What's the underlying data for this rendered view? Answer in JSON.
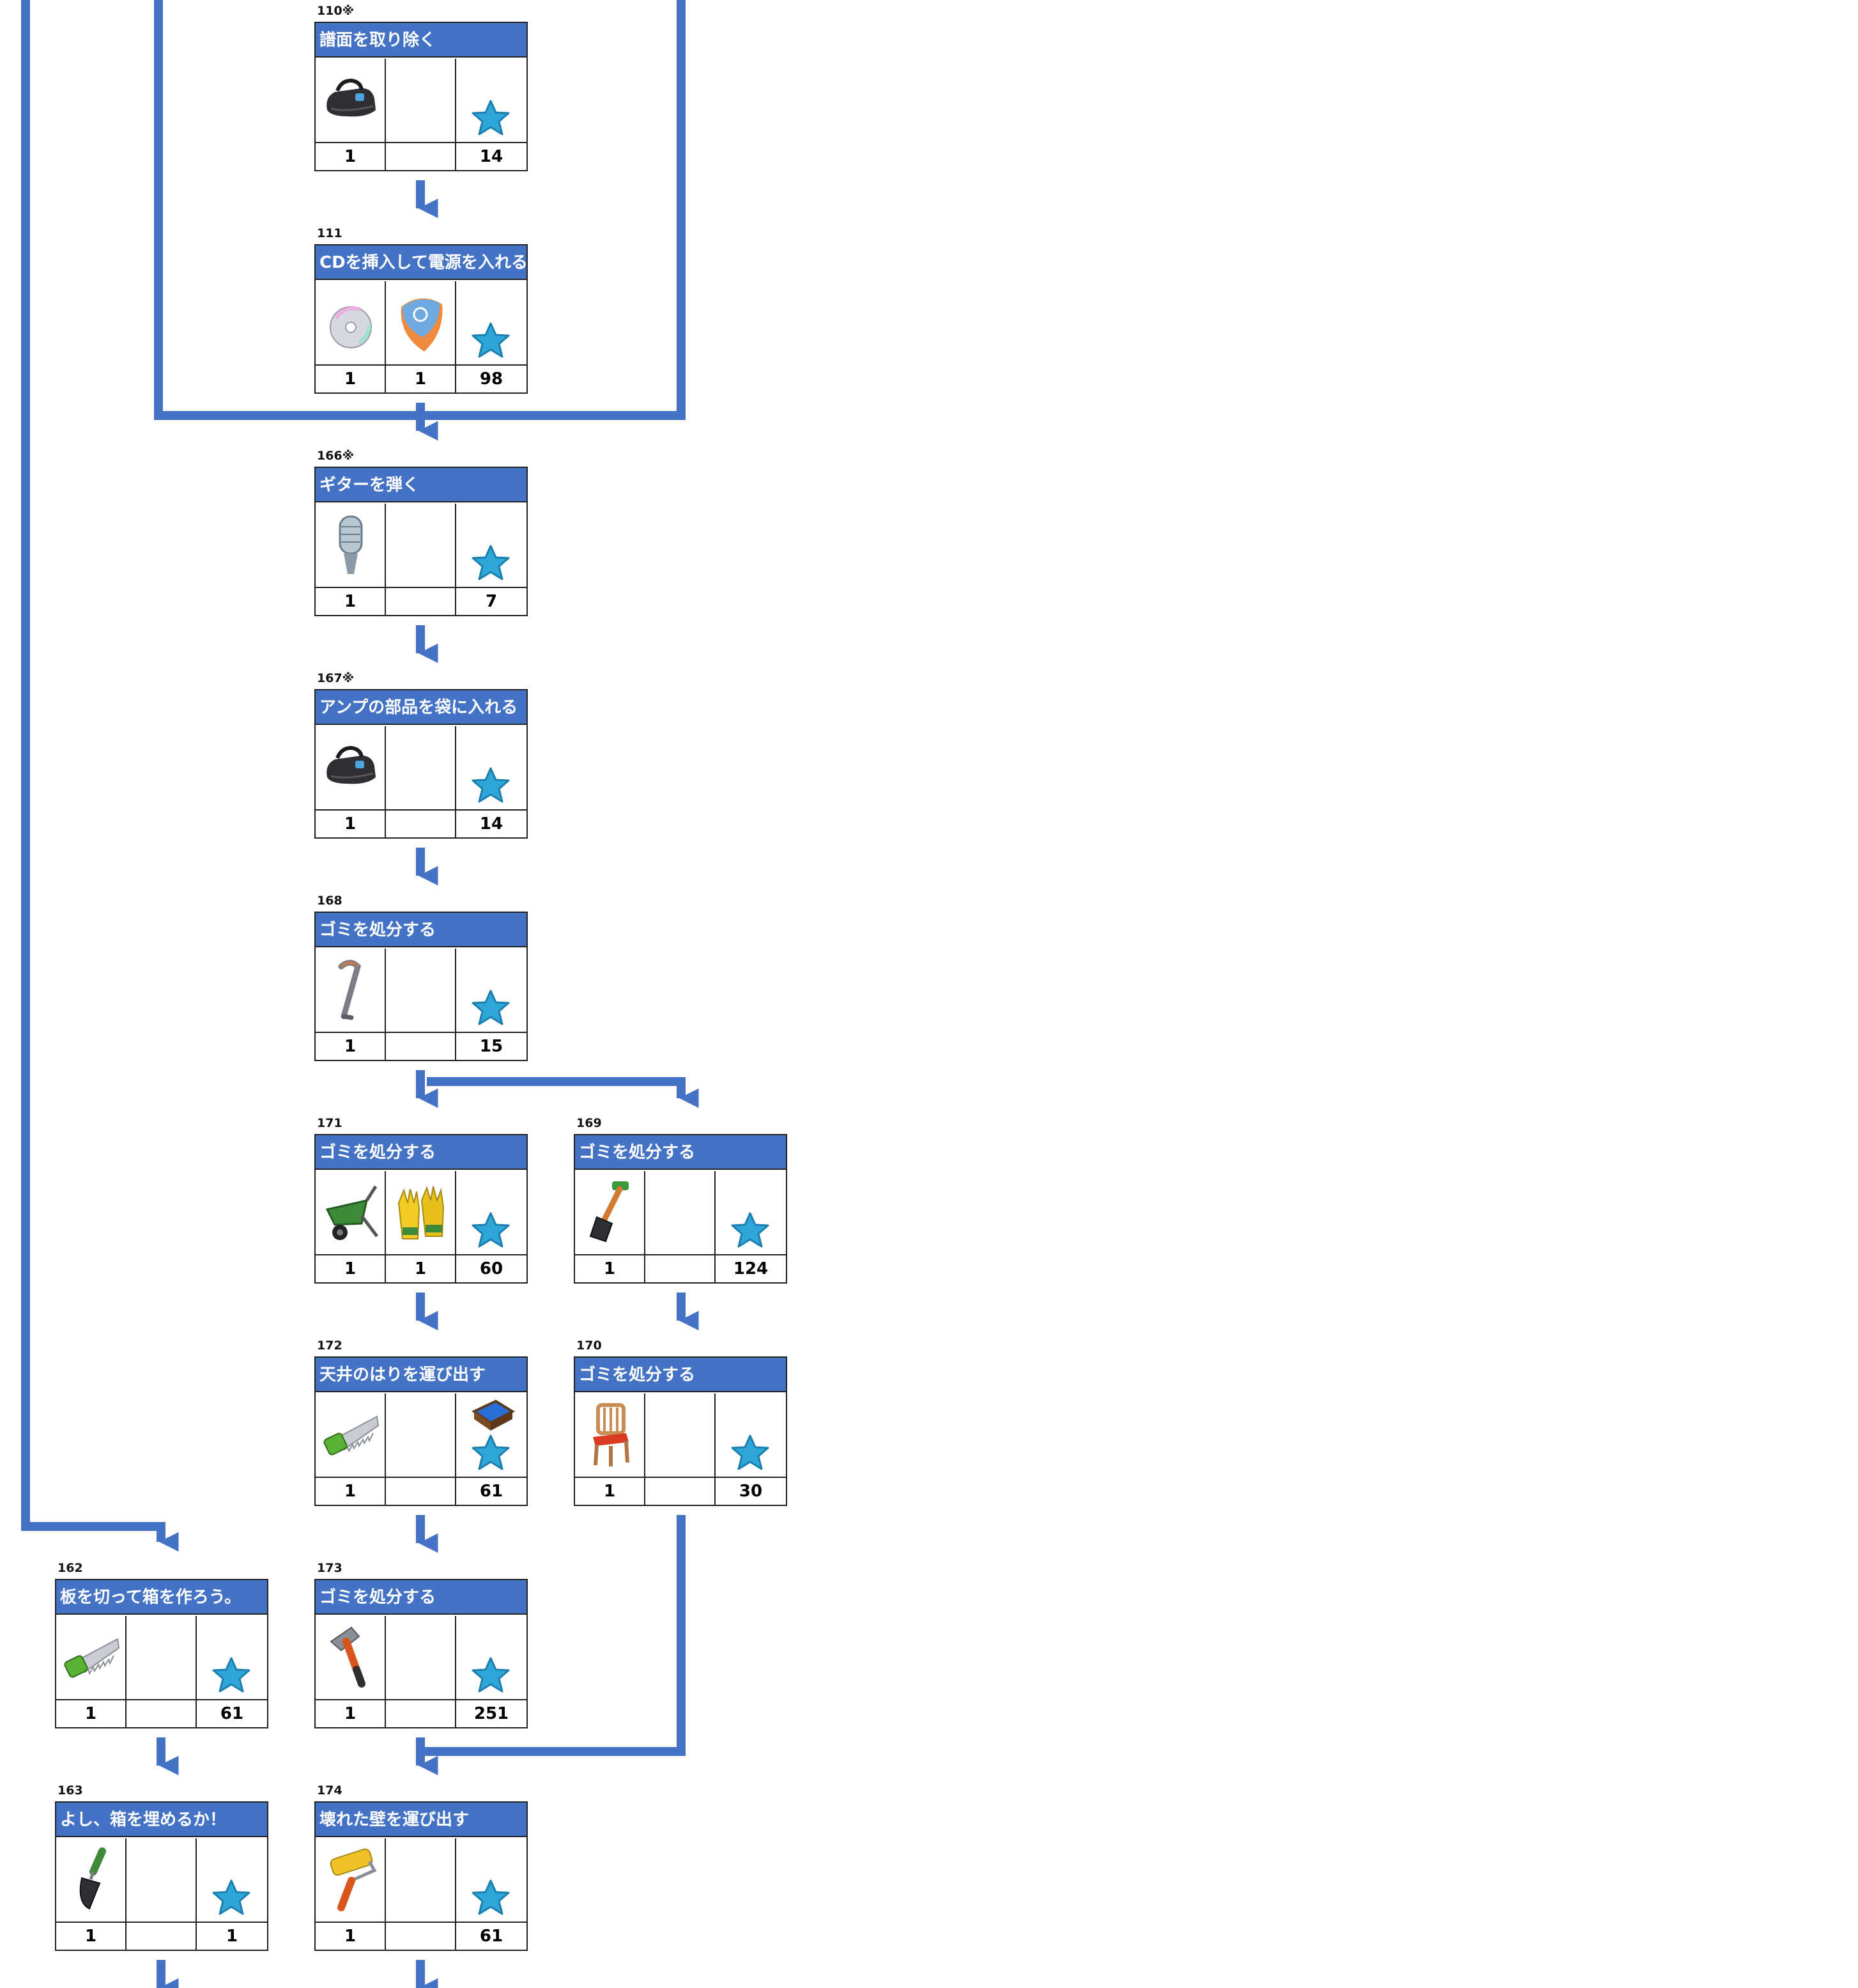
{
  "colors": {
    "header": "#4472c4",
    "connector": "#4472c4",
    "star": "#2fa6d8"
  },
  "cards": {
    "c110": {
      "num": "110※",
      "title": "譜面を取り除く",
      "q1": "1",
      "q2": "",
      "q3": "14",
      "item1": "bag-icon"
    },
    "c111": {
      "num": "111",
      "title": "CDを挿入して電源を入れる",
      "q1": "1",
      "q2": "1",
      "q3": "98",
      "item1": "cd-icon",
      "item2": "guitar-pick-icon"
    },
    "c166": {
      "num": "166※",
      "title": "ギターを弾く",
      "q1": "1",
      "q2": "",
      "q3": "7",
      "item1": "microphone-icon"
    },
    "c167": {
      "num": "167※",
      "title": "アンプの部品を袋に入れる",
      "q1": "1",
      "q2": "",
      "q3": "14",
      "item1": "bag-icon"
    },
    "c168": {
      "num": "168",
      "title": "ゴミを処分する",
      "q1": "1",
      "q2": "",
      "q3": "15",
      "item1": "crowbar-icon"
    },
    "c171": {
      "num": "171",
      "title": "ゴミを処分する",
      "q1": "1",
      "q2": "1",
      "q3": "60",
      "item1": "wheelbarrow-icon",
      "item2": "gloves-icon"
    },
    "c169": {
      "num": "169",
      "title": "ゴミを処分する",
      "q1": "1",
      "q2": "",
      "q3": "124",
      "item1": "shovel-icon"
    },
    "c172": {
      "num": "172",
      "title": "天井のはりを運び出す",
      "q1": "1",
      "q2": "",
      "q3": "61",
      "item1": "saw-icon",
      "bonus": "water-tray-icon"
    },
    "c170": {
      "num": "170",
      "title": "ゴミを処分する",
      "q1": "1",
      "q2": "",
      "q3": "30",
      "item1": "chair-icon"
    },
    "c162": {
      "num": "162",
      "title": "板を切って箱を作ろう。",
      "q1": "1",
      "q2": "",
      "q3": "61",
      "item1": "saw-icon"
    },
    "c173": {
      "num": "173",
      "title": "ゴミを処分する",
      "q1": "1",
      "q2": "",
      "q3": "251",
      "item1": "hammer-icon"
    },
    "c163": {
      "num": "163",
      "title": "よし、箱を埋めるか！",
      "q1": "1",
      "q2": "",
      "q3": "1",
      "item1": "trowel-icon"
    },
    "c174": {
      "num": "174",
      "title": "壊れた壁を運び出す",
      "q1": "1",
      "q2": "",
      "q3": "61",
      "item1": "paint-roller-icon"
    }
  }
}
